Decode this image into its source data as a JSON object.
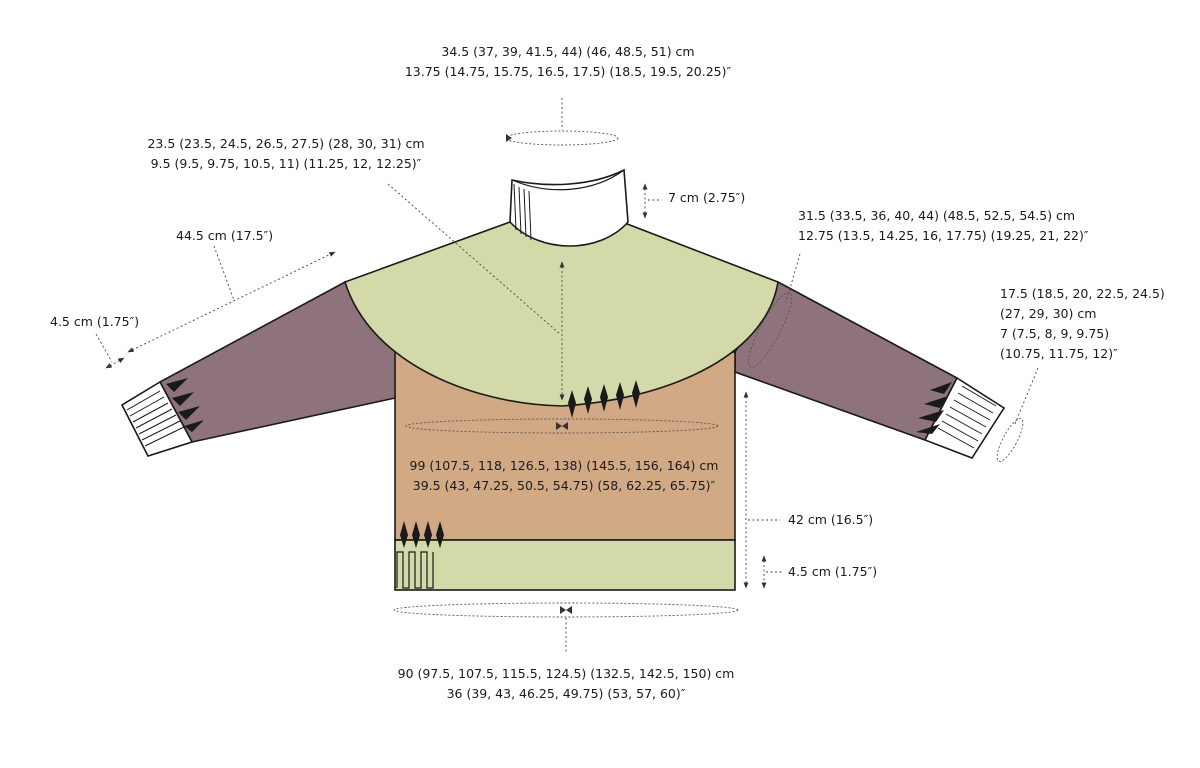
{
  "colors": {
    "body": "#d2a985",
    "yoke": "#d3d9a8",
    "sleeve": "#8e737c",
    "outline": "#1a1a1a",
    "rib": "#ffffff"
  },
  "measurements": {
    "neck_circumference": {
      "cm": "34.5 (37, 39, 41.5, 44) (46, 48.5, 51) cm",
      "in": "13.75 (14.75, 15.75, 16.5, 17.5) (18.5, 19.5, 20.25)″"
    },
    "yoke_depth": {
      "cm": "23.5 (23.5, 24.5, 26.5, 27.5) (28, 30, 31) cm",
      "in": "9.5 (9.5, 9.75, 10.5, 11) (11.25, 12, 12.25)″"
    },
    "collar_height": "7 cm (2.75″)",
    "sleeve_length": "44.5 cm (17.5″)",
    "cuff_length": "4.5 cm (1.75″)",
    "upper_arm": {
      "cm": "31.5 (33.5, 36, 40, 44) (48.5, 52.5, 54.5) cm",
      "in": "12.75 (13.5, 14.25, 16, 17.75) (19.25, 21, 22)″"
    },
    "wrist": {
      "line1": "17.5 (18.5, 20, 22.5, 24.5)",
      "line2": "(27, 29, 30) cm",
      "line3": "7 (7.5, 8, 9, 9.75)",
      "line4": "(10.75, 11.75, 12)″"
    },
    "chest": {
      "cm": "99 (107.5, 118, 126.5, 138) (145.5, 156, 164) cm",
      "in": "39.5 (43, 47.25, 50.5, 54.75) (58, 62.25, 65.75)″"
    },
    "body_length": "42 cm (16.5″)",
    "hem_depth": "4.5 cm (1.75″)",
    "hem_circumference": {
      "cm": "90 (97.5, 107.5, 115.5, 124.5) (132.5, 142.5, 150) cm",
      "in": "36 (39, 43, 46.25, 49.75) (53, 57, 60)″"
    }
  }
}
